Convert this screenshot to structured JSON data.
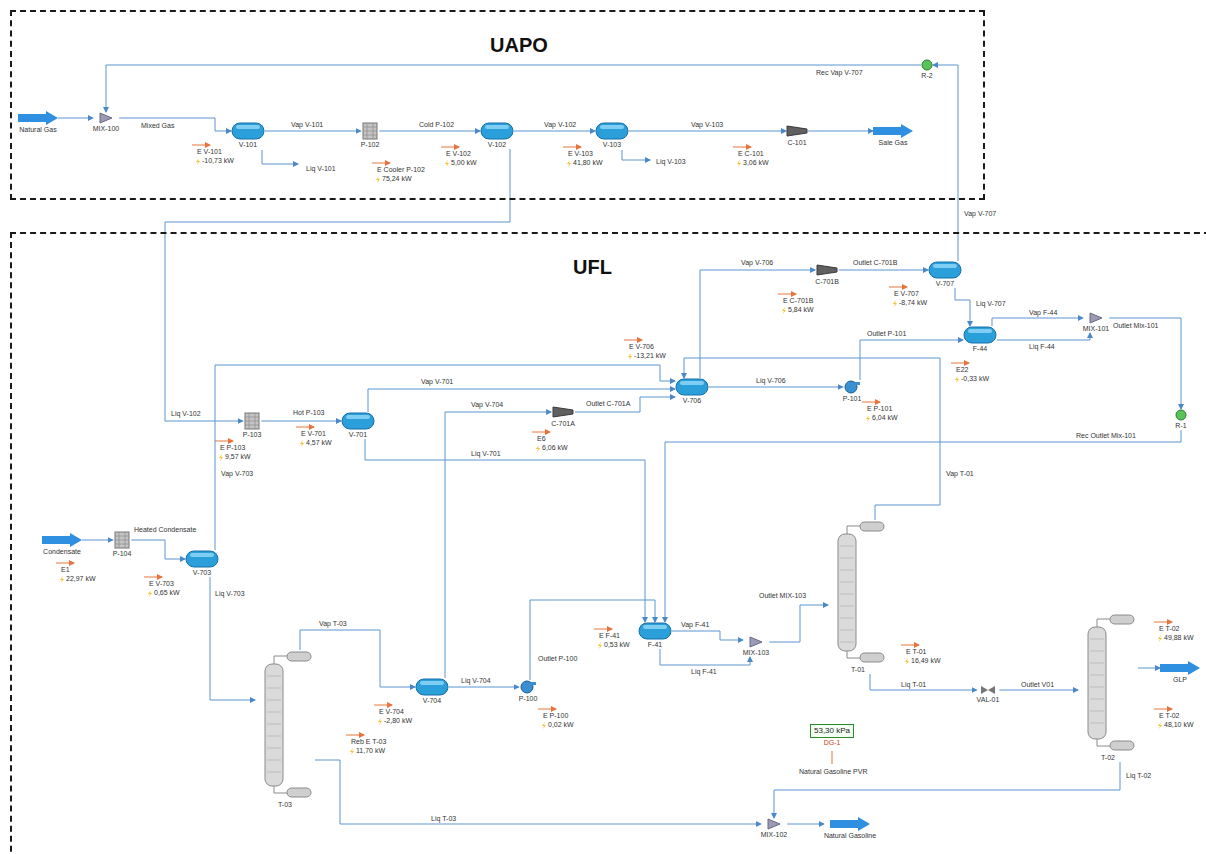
{
  "diagram": {
    "nodes": [
      {
        "text": [
          "UAPO"
        ]
      },
      {
        "text": [
          "Natural Gas"
        ],
        "in": 0
      },
      {
        "text": [
          "MIX-100"
        ],
        "in": 0
      },
      {
        "text": [
          "V-101"
        ],
        "in": 0
      },
      {
        "text": [
          "P-102"
        ],
        "in": 0
      },
      {
        "text": [
          "V-102"
        ],
        "in": 0
      },
      {
        "text": [
          "V-103"
        ],
        "in": 0
      },
      {
        "text": [
          "C-101"
        ],
        "in": 0
      },
      {
        "text": [
          "Sale Gas"
        ],
        "in": 0
      },
      {
        "text": [
          "R-2"
        ],
        "in": 0
      },
      {
        "text": [
          "UFL"
        ]
      },
      {
        "text": [
          "V-707"
        ],
        "in": 10
      },
      {
        "text": [
          "C-701B"
        ],
        "in": 10
      },
      {
        "text": [
          "F-44"
        ],
        "in": 10
      },
      {
        "text": [
          "MIX-101"
        ],
        "in": 10
      },
      {
        "text": [
          "V-706"
        ],
        "in": 10
      },
      {
        "text": [
          "P-101"
        ],
        "in": 10
      },
      {
        "text": [
          "P-103"
        ],
        "in": 10
      },
      {
        "text": [
          "V-701"
        ],
        "in": 10
      },
      {
        "text": [
          "C-701A"
        ],
        "in": 10
      },
      {
        "text": [
          "R-1"
        ],
        "in": 10
      },
      {
        "text": [
          "Condensate"
        ],
        "in": 10
      },
      {
        "text": [
          "P-104"
        ],
        "in": 10
      },
      {
        "text": [
          "V-703"
        ],
        "in": 10
      },
      {
        "text": [
          "F-41"
        ],
        "in": 10
      },
      {
        "text": [
          "MIX-103"
        ],
        "in": 10
      },
      {
        "text": [
          "T-01"
        ],
        "in": 10
      },
      {
        "text": [
          "T-02"
        ],
        "in": 10
      },
      {
        "text": [
          "GLP"
        ],
        "in": 10
      },
      {
        "text": [
          "T-03"
        ],
        "in": 10
      },
      {
        "text": [
          "V-704"
        ],
        "in": 10
      },
      {
        "text": [
          "P-100"
        ],
        "in": 10
      },
      {
        "text": [
          "VAL-01"
        ],
        "in": 10
      },
      {
        "text": [
          "53,30 kPa",
          "DG-1"
        ],
        "in": 10
      },
      {
        "text": [
          "MIX-102"
        ],
        "in": 10
      },
      {
        "text": [
          "Natural Gasoline"
        ],
        "in": 10
      }
    ],
    "edges": [
      {
        "from": 1,
        "to": 2,
        "arrow": "to"
      },
      {
        "from": 2,
        "to": 3,
        "arrow": "to",
        "label": "Mixed Gas"
      },
      {
        "from": 3,
        "to": 4,
        "arrow": "to",
        "label": "Vap V-101"
      },
      {
        "from": 4,
        "to": 5,
        "arrow": "to",
        "label": "Cold P-102"
      },
      {
        "from": 5,
        "to": 6,
        "arrow": "to",
        "label": "Vap V-102"
      },
      {
        "from": 6,
        "to": 7,
        "arrow": "to",
        "label": "Vap V-103"
      },
      {
        "from": 7,
        "to": 8,
        "arrow": "to"
      },
      {
        "from": 9,
        "to": 2,
        "arrow": "to",
        "label": "Rec Vap V-707"
      },
      {
        "from": 11,
        "to": 9,
        "arrow": "to",
        "label": "Vap V-707"
      },
      {
        "from": 5,
        "to": 17,
        "arrow": "to",
        "label": "Liq V-102"
      },
      {
        "from": 17,
        "to": 18,
        "arrow": "to",
        "label": "Hot P-103"
      },
      {
        "from": 18,
        "to": 15,
        "arrow": "to",
        "label": "Vap V-701"
      },
      {
        "from": 18,
        "to": 24,
        "arrow": "to",
        "label": "Liq V-701"
      },
      {
        "from": 21,
        "to": 22,
        "arrow": "to"
      },
      {
        "from": 22,
        "to": 23,
        "arrow": "to",
        "label": "Heated Condensate"
      },
      {
        "from": 23,
        "to": 15,
        "arrow": "to",
        "label": "Vap V-703"
      },
      {
        "from": 23,
        "to": 29,
        "arrow": "to",
        "label": "Liq V-703"
      },
      {
        "from": 29,
        "to": 30,
        "arrow": "to",
        "label": "Vap T-03"
      },
      {
        "from": 30,
        "to": 31,
        "arrow": "to",
        "label": "Liq V-704"
      },
      {
        "from": 30,
        "to": 19,
        "arrow": "to",
        "label": "Vap V-704"
      },
      {
        "from": 31,
        "to": 24,
        "arrow": "to",
        "label": "Outlet P-100"
      },
      {
        "from": 19,
        "to": 15,
        "arrow": "to",
        "label": "Outlet C-701A"
      },
      {
        "from": 15,
        "to": 16,
        "arrow": "to",
        "label": "Liq V-706"
      },
      {
        "from": 15,
        "to": 12,
        "arrow": "to",
        "label": "Vap V-706"
      },
      {
        "from": 12,
        "to": 11,
        "arrow": "to",
        "label": "Outlet C-701B"
      },
      {
        "from": 11,
        "to": 13,
        "arrow": "to",
        "label": "Liq V-707"
      },
      {
        "from": 16,
        "to": 13,
        "arrow": "to",
        "label": "Outlet P-101"
      },
      {
        "from": 13,
        "to": 14,
        "arrow": "to",
        "label": "Vap F-44"
      },
      {
        "from": 13,
        "to": 14,
        "arrow": "to",
        "label": "Liq F-44"
      },
      {
        "from": 14,
        "to": 20,
        "arrow": "to",
        "label": "Outlet Mix-101"
      },
      {
        "from": 20,
        "to": 24,
        "arrow": "to",
        "label": "Rec Outlet Mix-101"
      },
      {
        "from": 24,
        "to": 25,
        "arrow": "to",
        "label": "Vap F-41"
      },
      {
        "from": 24,
        "to": 25,
        "arrow": "to",
        "label": "Liq F-41"
      },
      {
        "from": 25,
        "to": 26,
        "arrow": "to",
        "label": "Outlet MIX-103"
      },
      {
        "from": 26,
        "to": 15,
        "arrow": "to",
        "label": "Vap T-01"
      },
      {
        "from": 26,
        "to": 32,
        "arrow": "to",
        "label": "Liq T-01"
      },
      {
        "from": 32,
        "to": 27,
        "arrow": "to",
        "label": "Outlet V01"
      },
      {
        "from": 27,
        "to": 28,
        "arrow": "to"
      },
      {
        "from": 27,
        "to": 34,
        "arrow": "to",
        "label": "Liq T-02"
      },
      {
        "from": 29,
        "to": 34,
        "arrow": "to",
        "label": "Liq T-03"
      },
      {
        "from": 34,
        "to": 35,
        "arrow": "to"
      }
    ],
    "labels": [
      "Liq V-101",
      "E V-101",
      "-10,73 kW",
      "E Cooler P-102",
      "75,24 kW",
      "E V-102",
      "5,00 kW",
      "Liq V-103",
      "E V-103",
      "41,80 kW",
      "E C-101",
      "3,06 kW",
      "E C-701B",
      "5,84 kW",
      "E V-707",
      "-8,74 kW",
      "E V-706",
      "-13,21 kW",
      "E22",
      "-0,33 kW",
      "E P-101",
      "6,04 kW",
      "E P-103",
      "9,57 kW",
      "E V-701",
      "4,57 kW",
      "E6",
      "6,06 kW",
      "E1",
      "22,97 kW",
      "E V-703",
      "0,65 kW",
      "E V-704",
      "-2,80 kW",
      "E P-100",
      "0,02 kW",
      "Reb E T-03",
      "11,70 kW",
      "E F-41",
      "0,53 kW",
      "E T-01",
      "16,49 kW",
      "E T-02",
      "49,88 kW",
      "E T-02",
      "48,10 kW",
      "Natural Gasoline PVR"
    ]
  }
}
